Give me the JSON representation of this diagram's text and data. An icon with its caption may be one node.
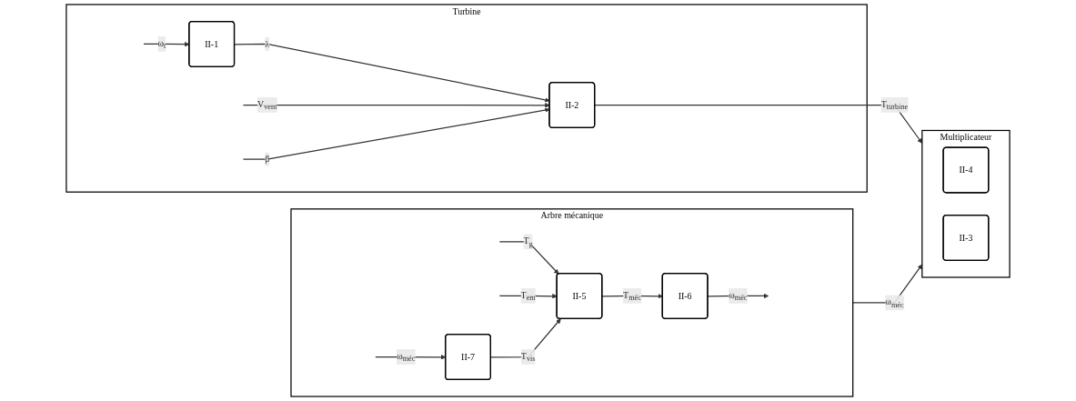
{
  "diagram": {
    "nodes": [
      {
        "text": [
          "Turbine"
        ]
      },
      {
        "text": [
          "II-1"
        ],
        "in": 0
      },
      {
        "text": [
          "II-2"
        ],
        "in": 0
      },
      {
        "text": [
          "Multiplicateur"
        ]
      },
      {
        "text": [
          "II-4"
        ],
        "in": 3
      },
      {
        "text": [
          "II-3"
        ],
        "in": 3
      },
      {
        "text": [
          "Arbre mécanique"
        ]
      },
      {
        "text": [
          "II-5"
        ],
        "in": 6
      },
      {
        "text": [
          "II-6"
        ],
        "in": 6
      },
      {
        "text": [
          "II-7"
        ],
        "in": 6
      }
    ],
    "edges": [
      {
        "from": null,
        "to": 1,
        "arrow": "to",
        "label": "ω$_{t}$"
      },
      {
        "from": 1,
        "to": 2,
        "arrow": "to",
        "label": "λ"
      },
      {
        "from": null,
        "to": 2,
        "arrow": "to",
        "label": "V$_{vent}$"
      },
      {
        "from": null,
        "to": 2,
        "arrow": "to",
        "label": "β"
      },
      {
        "from": 2,
        "to": 3,
        "arrow": "to",
        "label": "T$_{turbine}$"
      },
      {
        "from": 6,
        "to": 3,
        "arrow": "to",
        "label": "ω$_{méc}$"
      },
      {
        "from": null,
        "to": 7,
        "arrow": "to",
        "label": "T$_{g}$"
      },
      {
        "from": 7,
        "to": 8,
        "arrow": "to",
        "label": "T$_{méc}$"
      },
      {
        "from": 8,
        "to": null,
        "arrow": "to",
        "label": "ω$_{méc}$"
      },
      {
        "from": null,
        "to": 7,
        "arrow": "to",
        "label": "T$_{em}$"
      },
      {
        "from": 9,
        "to": 7,
        "arrow": "to",
        "label": "T$_{vis}$"
      },
      {
        "from": null,
        "to": 9,
        "arrow": "to",
        "label": "ω$_{méc}$"
      }
    ]
  }
}
